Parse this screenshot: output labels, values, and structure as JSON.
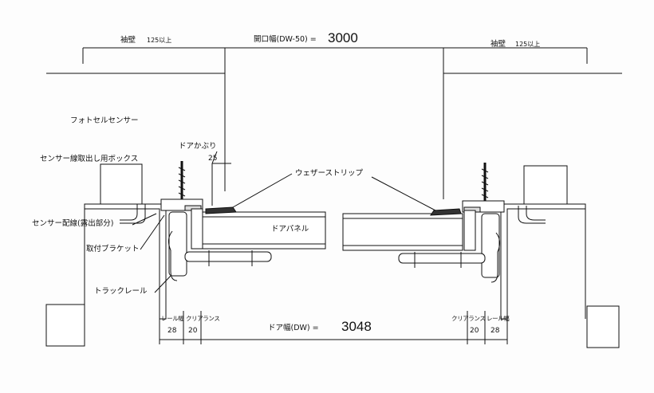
{
  "top": {
    "left_wall_label": "袖壁",
    "left_wall_value": "125以上",
    "opening_label": "開口幅(DW-50) =",
    "opening_value": "3000",
    "right_wall_label": "袖壁",
    "right_wall_value": "125以上"
  },
  "labels": {
    "photocell_sensor": "フォトセルセンサー",
    "door_cover": "ドアかぶり",
    "door_cover_value": "25",
    "sensor_box": "センサー線取出し用ボックス",
    "weather_strip": "ウェザーストリップ",
    "sensor_wiring": "センサー配線(露出部分)",
    "door_panel": "ドアパネル",
    "mounting_bracket": "取付ブラケット",
    "track_rail": "トラックレール"
  },
  "bottom": {
    "rail_width_label": "レール幅",
    "rail_width_value": "28",
    "clearance_label": "クリアランス",
    "clearance_value": "20",
    "door_width_label": "ドア幅(DW) =",
    "door_width_value": "3048"
  }
}
